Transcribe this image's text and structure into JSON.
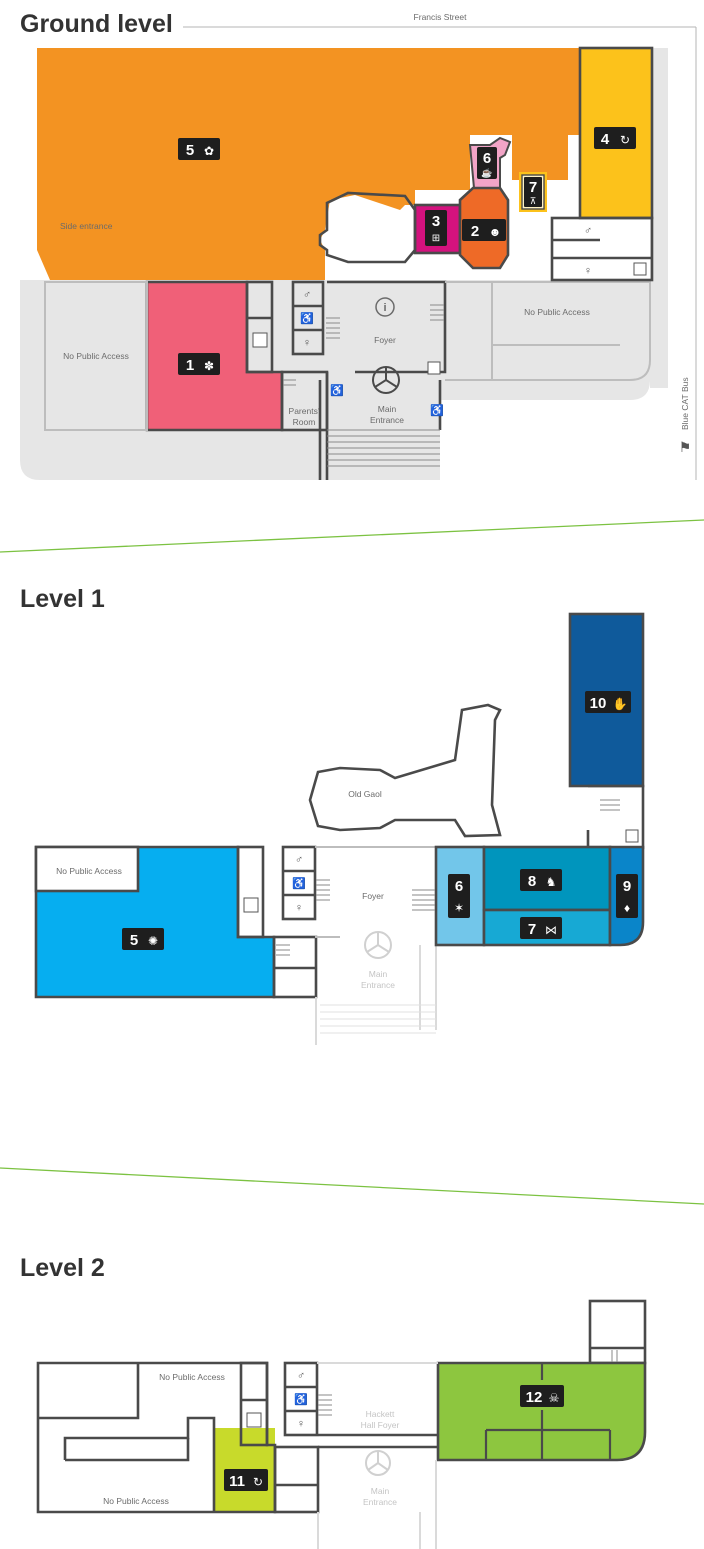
{
  "levels": {
    "ground": "Ground level",
    "level1": "Level 1",
    "level2": "Level 2"
  },
  "streets": {
    "francis": "Francis Street",
    "bus": "Blue CAT Bus"
  },
  "ground": {
    "side_entrance": "Side entrance",
    "no_public_access_left": "No Public Access",
    "no_public_access_right": "No Public Access",
    "foyer": "Foyer",
    "main_entrance_1": "Main",
    "main_entrance_2": "Entrance",
    "parents_room_1": "Parents'",
    "parents_room_2": "Room",
    "badges": [
      "5",
      "4",
      "6",
      "7",
      "3",
      "2",
      "1"
    ]
  },
  "level1": {
    "old_gaol": "Old Gaol",
    "no_public_access": "No Public Access",
    "foyer": "Foyer",
    "main_entrance_1": "Main",
    "main_entrance_2": "Entrance",
    "badges": [
      "10",
      "6",
      "8",
      "9",
      "7",
      "5"
    ]
  },
  "level2": {
    "no_public_access_top": "No Public Access",
    "no_public_access_bottom": "No Public Access",
    "hackett_1": "Hackett",
    "hackett_2": "Hall Foyer",
    "main_entrance_1": "Main",
    "main_entrance_2": "Entrance",
    "badges": [
      "12",
      "11"
    ]
  },
  "colors": {
    "orange": "#f39322",
    "yellow": "#fcc21b",
    "magenta": "#d4127e",
    "orange_dark": "#ee6a27",
    "pink_light": "#f2a4c7",
    "pink": "#f06078",
    "blue_dark": "#0f5a9b",
    "blue_light": "#72c6ea",
    "teal": "#0095bd",
    "teal_light": "#17a9d4",
    "blue_mid": "#0a85c9",
    "sky": "#06aef0",
    "green": "#8dc63f",
    "lime": "#c8da2b",
    "divider": "#7cc242"
  }
}
